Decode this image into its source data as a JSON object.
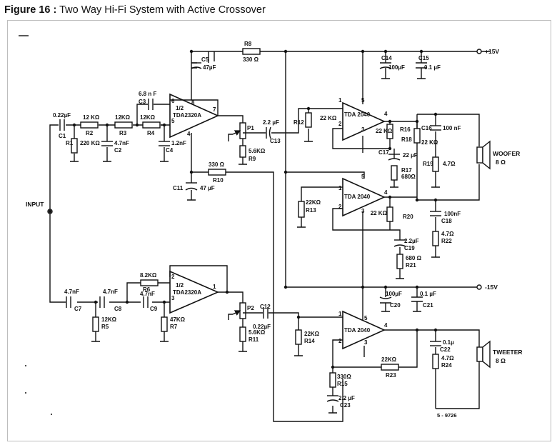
{
  "figure": {
    "label": "Figure 16 :",
    "title": "Two Way Hi-Fi System with Active Crossover",
    "drawing_code": "5 - 9726"
  },
  "supply": {
    "pos": "+15V",
    "neg": "-15V"
  },
  "input": {
    "label": "INPUT"
  },
  "ic": {
    "u1": {
      "half": "1/2",
      "name": "TDA2320A"
    },
    "u2": {
      "half": "1/2",
      "name": "TDA2320A"
    },
    "u3": {
      "name": "TDA 2040"
    },
    "u4": {
      "name": "TDA 2040"
    },
    "u5": {
      "name": "TDA 2040"
    }
  },
  "pins": {
    "p1": "1",
    "p2": "2",
    "p3": "3",
    "p4": "4",
    "p5": "5",
    "p6": "6",
    "p7": "7",
    "p8": "8"
  },
  "components": {
    "C1": {
      "ref": "C1",
      "value": "0.22µF"
    },
    "R1": {
      "ref": "R1",
      "value": "220 KΩ"
    },
    "R2": {
      "ref": "R2",
      "value": "12 KΩ"
    },
    "R3": {
      "ref": "R3",
      "value": "12KΩ"
    },
    "C2": {
      "ref": "C2",
      "value": "4.7nF"
    },
    "R4": {
      "ref": "R4",
      "value": "12KΩ"
    },
    "C3": {
      "ref": "C3",
      "value": "6.8 n F"
    },
    "C4": {
      "ref": "C4",
      "value": "1.2nF"
    },
    "C5": {
      "ref": "C5",
      "value": "47µF"
    },
    "R8": {
      "ref": "R8",
      "value": "330 Ω"
    },
    "P1": {
      "ref": "P1"
    },
    "R9": {
      "ref": "R9",
      "value": "5.6KΩ"
    },
    "C13": {
      "ref": "C13",
      "value": "2.2 µF"
    },
    "R10": {
      "ref": "R10",
      "value": "330 Ω"
    },
    "C11": {
      "ref": "C11",
      "value": "47 µF"
    },
    "C14": {
      "ref": "C14",
      "value": "100µF"
    },
    "C15": {
      "ref": "C15",
      "value": "0.1 µF"
    },
    "R12": {
      "ref": "R12",
      "value": "22 KΩ"
    },
    "R16": {
      "ref": "R16",
      "value": "22 KΩ"
    },
    "R18": {
      "ref": "R18",
      "value": "22 KΩ"
    },
    "C16": {
      "ref": "C16",
      "value": "100 nF"
    },
    "C17": {
      "ref": "C17",
      "value": "22 µF"
    },
    "R17": {
      "ref": "R17",
      "value": "680Ω"
    },
    "R19": {
      "ref": "R19",
      "value": "4.7Ω"
    },
    "R13": {
      "ref": "R13",
      "value": "22KΩ"
    },
    "R20": {
      "ref": "R20",
      "value": "22 KΩ"
    },
    "C18": {
      "ref": "C18",
      "value": "100nF"
    },
    "R22": {
      "ref": "R22",
      "value": "4.7Ω"
    },
    "C19": {
      "ref": "C19",
      "value": "2.2µF"
    },
    "R21": {
      "ref": "R21",
      "value": "680 Ω"
    },
    "C7": {
      "ref": "C7",
      "value": "4.7nF"
    },
    "C8": {
      "ref": "C8",
      "value": "4.7nF"
    },
    "R6": {
      "ref": "R6",
      "value": "8.2KΩ"
    },
    "C9": {
      "ref": "C9",
      "value": "4.7nF"
    },
    "R5": {
      "ref": "R5",
      "value": "12KΩ"
    },
    "R7": {
      "ref": "R7",
      "value": "47KΩ"
    },
    "P2": {
      "ref": "P2"
    },
    "C12": {
      "ref": "C12",
      "value": "0.22µF"
    },
    "R11": {
      "ref": "R11",
      "value": "5.6KΩ"
    },
    "C20": {
      "ref": "C20",
      "value": "100µF"
    },
    "C21": {
      "ref": "C21",
      "value": "0.1 µF"
    },
    "R14": {
      "ref": "R14",
      "value": "22KΩ"
    },
    "R15": {
      "ref": "R15",
      "value": "330Ω"
    },
    "C23": {
      "ref": "C23",
      "value": "2.2 µF"
    },
    "R23": {
      "ref": "R23",
      "value": "22KΩ"
    },
    "C22": {
      "ref": "C22",
      "value": "0.1µ"
    },
    "R24": {
      "ref": "R24",
      "value": "4.7Ω"
    }
  },
  "speakers": {
    "woofer": {
      "name": "WOOFER",
      "impedance": "8 Ω"
    },
    "tweeter": {
      "name": "TWEETER",
      "impedance": "8 Ω"
    }
  }
}
